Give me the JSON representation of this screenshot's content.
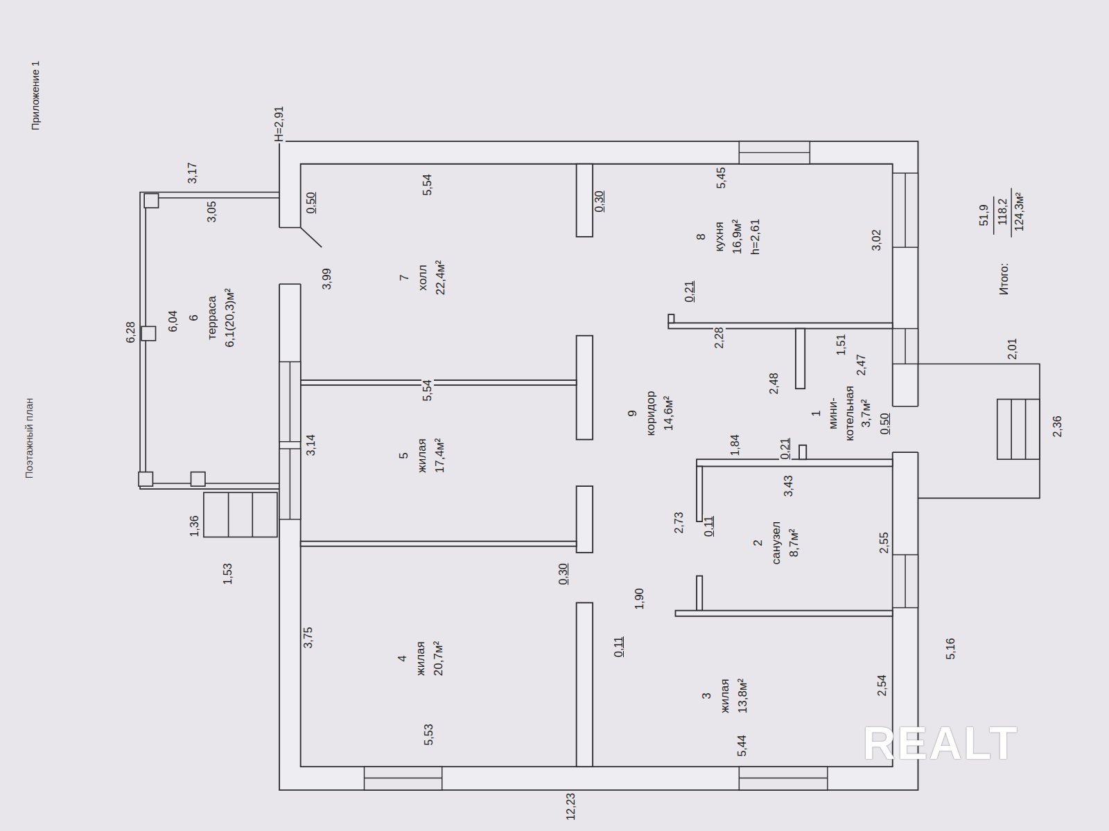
{
  "diagram": {
    "title": "Поэтажный план",
    "nodes": [
      {
        "text": [
          "1",
          "мини- котельная",
          "3,7м²"
        ]
      },
      {
        "text": [
          "2",
          "санузел",
          "8,7м²"
        ]
      },
      {
        "text": [
          "3",
          "жилая",
          "13,8м²"
        ]
      },
      {
        "text": [
          "4",
          "жилая",
          "20,7м²"
        ]
      },
      {
        "text": [
          "5",
          "жилая",
          "17,4м²"
        ]
      },
      {
        "text": [
          "6",
          "терраса",
          "6,1(20,3)м²"
        ]
      },
      {
        "text": [
          "7",
          "холл",
          "22,4м²"
        ]
      },
      {
        "text": [
          "8",
          "кухня",
          "16,9м²",
          "h=2,61"
        ]
      },
      {
        "text": [
          "9",
          "коридор",
          "14,6м²"
        ]
      }
    ],
    "labels": [
      "Приложение 1",
      "H=2,91",
      "3,17",
      "0,50",
      "3,05",
      "5,54",
      "0,30",
      "5,45",
      "3,02",
      "Итого:",
      "51,9",
      "118,2",
      "124,3м²",
      "3,99",
      "0,21",
      "6,28",
      "6,04",
      "2,28",
      "1,51",
      "2,01",
      "2,47",
      "2,48",
      "5,54",
      "3,14",
      "2,36",
      "0,50",
      "1,84",
      "0,21",
      "3,43",
      "2,73",
      "0,11",
      "2,55",
      "1,36",
      "0,30",
      "1,53",
      "1,90",
      "0,11",
      "3,75",
      "5,16",
      "2,54",
      "5,53",
      "5,44",
      "REALT",
      "12,23"
    ]
  }
}
